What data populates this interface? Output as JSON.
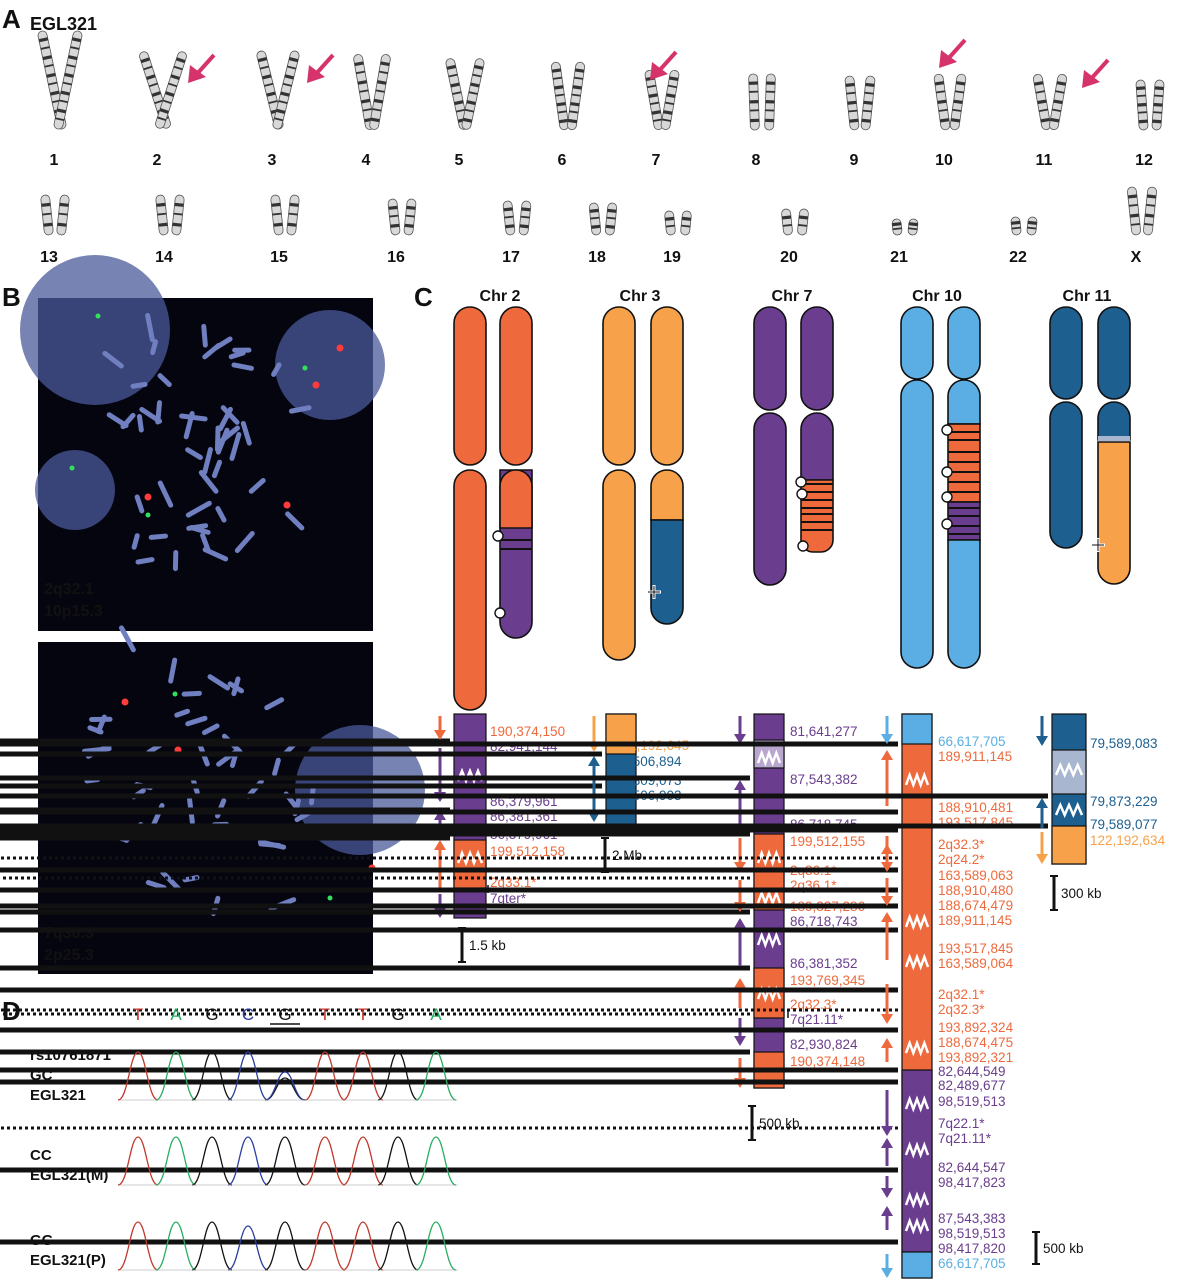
{
  "colors": {
    "chr2": "#ee6a3c",
    "chr3": "#f7a14a",
    "chr7": "#6a3d8e",
    "chr10": "#5aaee3",
    "chr11": "#1d5f8f",
    "arrow": "#d6336c",
    "fish_bg": "#050510",
    "fish_chrom": "#6f7fbf"
  },
  "panelA": {
    "label": "A",
    "sample": "EGL321",
    "row1": [
      "1",
      "2",
      "3",
      "4",
      "5",
      "6",
      "7",
      "8",
      "9",
      "10",
      "11",
      "12"
    ],
    "row2": [
      "13",
      "14",
      "15",
      "16",
      "17",
      "18",
      "19",
      "20",
      "21",
      "22",
      "X"
    ]
  },
  "panelB": {
    "label": "B",
    "top": {
      "red": "2q32.1",
      "green": "10p15.3"
    },
    "bottom": {
      "red": "7q36.3",
      "green": "2p25.3"
    }
  },
  "panelC": {
    "label": "C",
    "chromosomes": [
      "Chr 2",
      "Chr 3",
      "Chr 7",
      "Chr 10",
      "Chr 11"
    ],
    "chr2": {
      "labels": [
        {
          "t": "190,374,150",
          "c": "chr2"
        },
        {
          "t": "82,941,144",
          "c": "chr7"
        },
        {
          "t": "86,379,961",
          "c": "chr7"
        },
        {
          "t": "86,381,361",
          "c": "chr7"
        },
        {
          "t": "86,379,961",
          "c": "chr7"
        },
        {
          "t": "199,512,158",
          "c": "chr2"
        },
        {
          "t": "2q33.1*",
          "c": "chr2"
        },
        {
          "t": "7qter*",
          "c": "chr7"
        }
      ],
      "scale": "1.5 kb"
    },
    "chr3": {
      "labels": [
        {
          "t": "122,192,645",
          "c": "chr3"
        },
        {
          "t": "84,506,894",
          "c": "chr11"
        },
        {
          "t": "82,309,073",
          "c": "chr11"
        },
        {
          "t": "84,506,903",
          "c": "chr11"
        }
      ],
      "scale": "2 Mb"
    },
    "chr7": {
      "labels": [
        {
          "t": "81,641,277",
          "c": "chr7"
        },
        {
          "t": "87,543,382",
          "c": "chr7"
        },
        {
          "t": "86,718,745",
          "c": "chr7"
        },
        {
          "t": "199,512,155",
          "c": "chr2"
        },
        {
          "t": "2q36.1*",
          "c": "chr2"
        },
        {
          "t": "2q36.1*",
          "c": "chr2"
        },
        {
          "t": "189,327,286",
          "c": "chr2"
        },
        {
          "t": "86,718,743",
          "c": "chr7"
        },
        {
          "t": "86,381,352",
          "c": "chr7"
        },
        {
          "t": "193,769,345",
          "c": "chr2"
        },
        {
          "t": "2q32.3*",
          "c": "chr2"
        },
        {
          "t": "7q21.11*",
          "c": "chr7"
        },
        {
          "t": "82,930,824",
          "c": "chr7"
        },
        {
          "t": "190,374,148",
          "c": "chr2"
        }
      ],
      "scale": "500 kb"
    },
    "chr10": {
      "labels": [
        {
          "t": "66,617,705",
          "c": "chr10"
        },
        {
          "t": "189,911,145",
          "c": "chr2"
        },
        {
          "t": "188,910,481",
          "c": "chr2"
        },
        {
          "t": "193,517,845",
          "c": "chr2"
        },
        {
          "t": "2q32.3*",
          "c": "chr2"
        },
        {
          "t": "2q24.2*",
          "c": "chr2"
        },
        {
          "t": "163,589,063",
          "c": "chr2"
        },
        {
          "t": "188,910,480",
          "c": "chr2"
        },
        {
          "t": "188,674,479",
          "c": "chr2"
        },
        {
          "t": "189,911,145",
          "c": "chr2"
        },
        {
          "t": "193,517,845",
          "c": "chr2"
        },
        {
          "t": "163,589,064",
          "c": "chr2"
        },
        {
          "t": "2q32.1*",
          "c": "chr2"
        },
        {
          "t": "2q32.3*",
          "c": "chr2"
        },
        {
          "t": "193,892,324",
          "c": "chr2"
        },
        {
          "t": "188,674,475",
          "c": "chr2"
        },
        {
          "t": "193,892,321",
          "c": "chr2"
        },
        {
          "t": "82,644,549",
          "c": "chr7"
        },
        {
          "t": "82,489,677",
          "c": "chr7"
        },
        {
          "t": "98,519,513",
          "c": "chr7"
        },
        {
          "t": "7q22.1*",
          "c": "chr7"
        },
        {
          "t": "7q21.11*",
          "c": "chr7"
        },
        {
          "t": "82,644,547",
          "c": "chr7"
        },
        {
          "t": "98,417,823",
          "c": "chr7"
        },
        {
          "t": "87,543,383",
          "c": "chr7"
        },
        {
          "t": "98,519,513",
          "c": "chr7"
        },
        {
          "t": "98,417,820",
          "c": "chr7"
        },
        {
          "t": "66,617,705",
          "c": "chr10"
        }
      ],
      "scale": "500 kb"
    },
    "chr11": {
      "labels": [
        {
          "t": "79,589,083",
          "c": "chr11"
        },
        {
          "t": "79,873,229",
          "c": "chr11"
        },
        {
          "t": "79,589,077",
          "c": "chr11"
        },
        {
          "t": "122,192,634",
          "c": "chr3"
        }
      ],
      "scale": "300 kb"
    }
  },
  "panelD": {
    "label": "D",
    "bases": [
      {
        "b": "T",
        "c": "#c0392b"
      },
      {
        "b": "A",
        "c": "#27ae60"
      },
      {
        "b": "G",
        "c": "#111"
      },
      {
        "b": "C",
        "c": "#2c3e9e"
      },
      {
        "b": "G",
        "c": "#111"
      },
      {
        "b": "T",
        "c": "#c0392b"
      },
      {
        "b": "T",
        "c": "#c0392b"
      },
      {
        "b": "G",
        "c": "#111"
      },
      {
        "b": "A",
        "c": "#27ae60"
      }
    ],
    "tracks": [
      {
        "lines": [
          "rs10761871",
          "GC",
          "EGL321"
        ]
      },
      {
        "lines": [
          "CC",
          "EGL321(M)"
        ]
      },
      {
        "lines": [
          "GG",
          "EGL321(P)"
        ]
      }
    ]
  }
}
